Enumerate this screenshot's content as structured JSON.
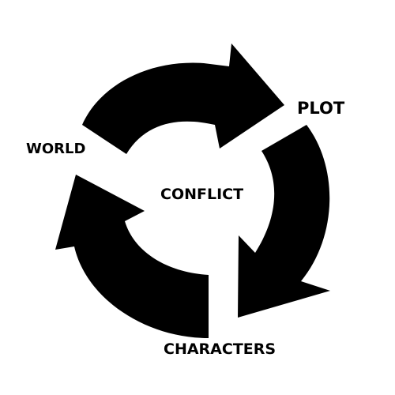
{
  "diagram": {
    "type": "cycle",
    "center_label": "CONFLICT",
    "nodes": [
      {
        "id": "plot",
        "label": "PLOT"
      },
      {
        "id": "characters",
        "label": "CHARACTERS"
      },
      {
        "id": "world",
        "label": "WORLD"
      }
    ],
    "edges": [
      {
        "from": "world",
        "to": "plot"
      },
      {
        "from": "plot",
        "to": "characters"
      },
      {
        "from": "characters",
        "to": "world"
      }
    ],
    "arrow_color": "#000000",
    "background": "#ffffff"
  }
}
